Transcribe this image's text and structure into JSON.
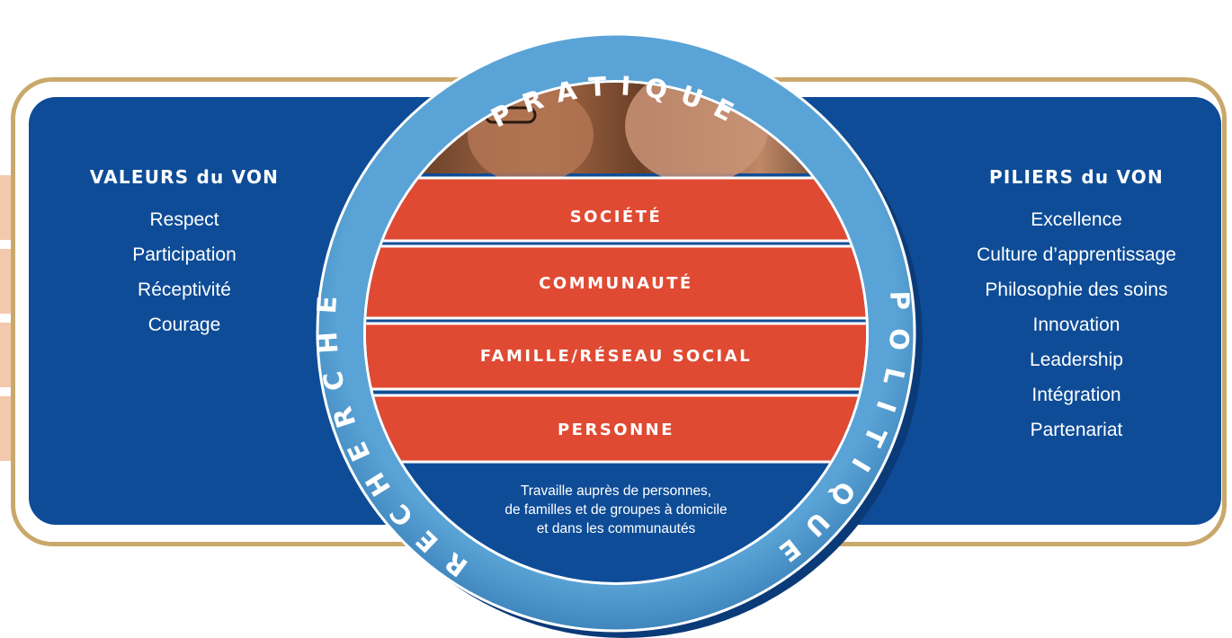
{
  "left_panel": {
    "title": "VALEURS du VON",
    "items": [
      "Respect",
      "Participation",
      "Réceptivité",
      "Courage"
    ]
  },
  "right_panel": {
    "title": "PILIERS du VON",
    "items": [
      "Excellence",
      "Culture d’apprentissage",
      "Philosophie des soins",
      "Innovation",
      "Leadership",
      "Intégration",
      "Partenariat"
    ]
  },
  "ring": {
    "top": "PRATIQUE",
    "left": "RECHERCHE",
    "right": "POLITIQUE"
  },
  "levels": [
    "SOCIÉTÉ",
    "COMMUNAUTÉ",
    "FAMILLE/RÉSEAU SOCIAL",
    "PERSONNE"
  ],
  "caption": [
    "Travaille auprès de personnes,",
    "de familles et de groupes à domicile",
    "et dans les communautés"
  ],
  "photo": {
    "icon": "two-elderly-women-photo"
  },
  "colors": {
    "panel_blue": "#0e4c97",
    "ring_blue": "#5aa3d6",
    "level_red": "#e04a33",
    "frame_gold": "#c9a96b"
  }
}
